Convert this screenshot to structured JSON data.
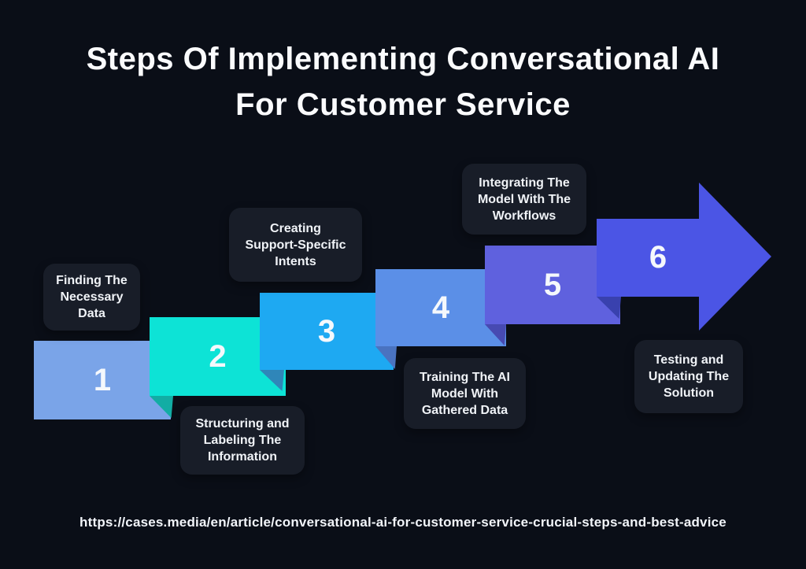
{
  "title": {
    "line1": "Steps Of Implementing Conversational AI",
    "line2": "For Customer Service"
  },
  "steps": [
    {
      "number": "1",
      "label": "Finding The Necessary Data",
      "label_lines": [
        "Finding The",
        "Necessary",
        "Data"
      ],
      "color": "#7aa4e8"
    },
    {
      "number": "2",
      "label": "Structuring and Labeling The Information",
      "label_lines": [
        "Structuring and",
        "Labeling The",
        "Information"
      ],
      "color": "#0de3d6",
      "fold_color": "#12ada4"
    },
    {
      "number": "3",
      "label": "Creating Support-Specific Intents",
      "label_lines": [
        "Creating",
        "Support-Specific",
        "Intents"
      ],
      "color": "#1ea9f2",
      "fold_color": "#2f86b9"
    },
    {
      "number": "4",
      "label": "Training The AI Model With Gathered Data",
      "label_lines": [
        "Training The AI",
        "Model With",
        "Gathered Data"
      ],
      "color": "#5b8fe7",
      "fold_color": "#4a73c0"
    },
    {
      "number": "5",
      "label": "Integrating The Model With The Workflows",
      "label_lines": [
        "Integrating The",
        "Model With The",
        "Workflows"
      ],
      "color": "#5f61de",
      "fold_color": "#474ab2"
    },
    {
      "number": "6",
      "label": "Testing and Updating The Solution",
      "label_lines": [
        "Testing and",
        "Updating The",
        "Solution"
      ],
      "color": "#4b55e5",
      "fold_color": "#3941ae",
      "shape": "arrow"
    }
  ],
  "source_url": "https://cases.media/en/article/conversational-ai-for-customer-service-crucial-steps-and-best-advice",
  "colors": {
    "background": "#0a0e17",
    "label_box": "#181d28",
    "title_text": "#fafbfd",
    "number_text": "#f5f8fc",
    "label_text": "#f0f3f7",
    "url_text": "#f2f5fa"
  }
}
